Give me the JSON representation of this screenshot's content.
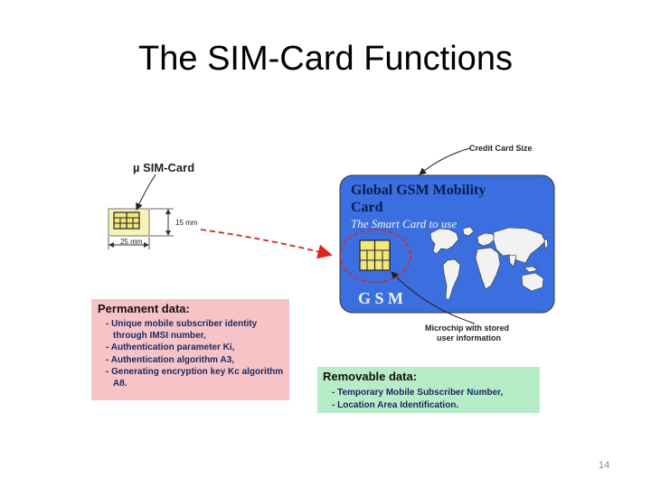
{
  "title": "The SIM-Card Functions",
  "labels": {
    "micro_sim": "µ SIM-Card",
    "credit_card_size": "Credit Card Size",
    "dim_height": "15 mm",
    "dim_width": "25 mm",
    "microchip_line1": "Microchip with stored",
    "microchip_line2": "user information"
  },
  "card": {
    "title_line1": "Global GSM Mobility",
    "title_line2": "Card",
    "subtitle": "The Smart Card to use",
    "gsm": "G S M",
    "colors": {
      "card": "#3b6fe0",
      "world_map": "#f2f2f2",
      "chip": "#f2e77a"
    }
  },
  "permanent": {
    "title": "Permanent data:",
    "items": [
      "- Unique mobile subscriber identity through IMSI number,",
      "- Authentication parameter Ki,",
      "- Authentication algorithm A3,",
      "- Generating encryption key Kc algorithm A8."
    ],
    "color": "#f7c3c6"
  },
  "removable": {
    "title": "Removable data:",
    "items": [
      "- Temporary Mobile Subscriber Number,",
      "- Location Area Identification."
    ],
    "color": "#b6ecc6"
  },
  "page_number": "14"
}
